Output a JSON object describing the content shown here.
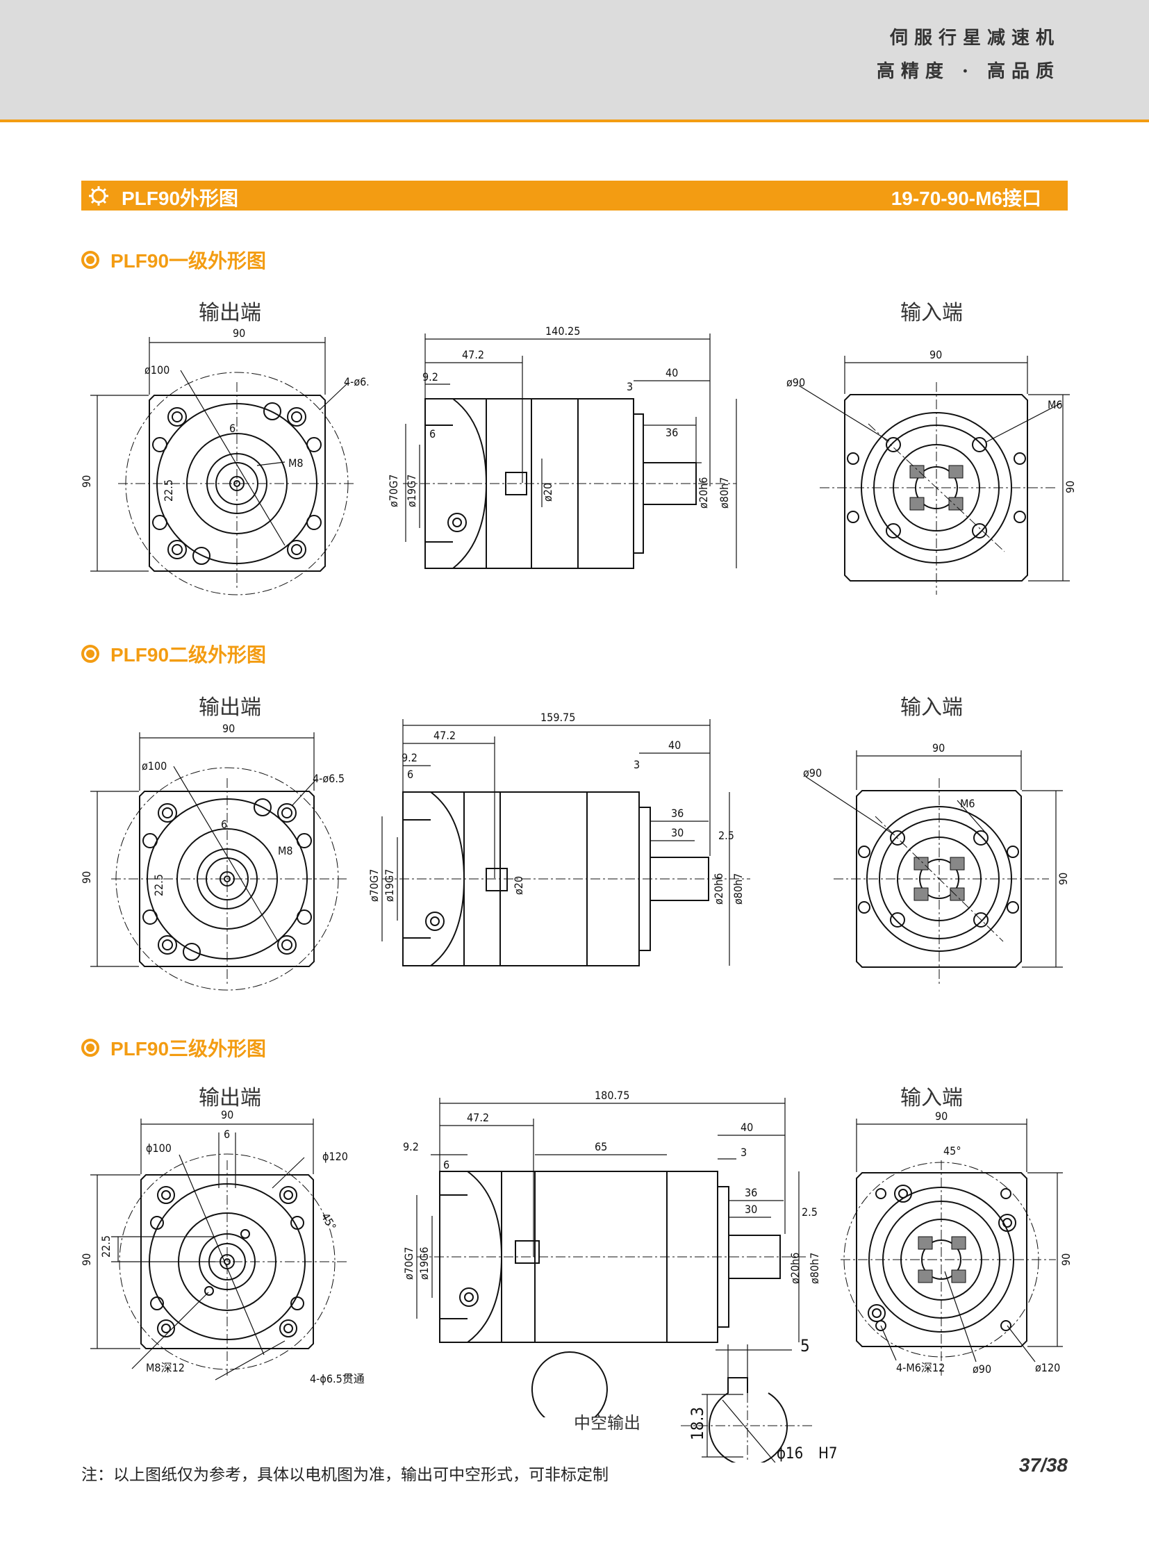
{
  "header": {
    "slogan_line1": "伺服行星减速机",
    "slogan_line2": "高精度 · 高品质"
  },
  "title_bar": {
    "left": "PLF90外形图",
    "right": "19-70-90-M6接口"
  },
  "sections": [
    {
      "title": "PLF90一级外形图",
      "output_label": "输出端",
      "input_label": "输入端",
      "dims": {
        "out_width": "90",
        "out_height": "90",
        "out_pcd": "ø100",
        "out_holes": "4-ø6.5",
        "key": "6",
        "thread": "M8",
        "shaft_h": "22.5",
        "total_len": "140.25",
        "flange_len": "47.2",
        "flange_thk": "9.2",
        "step": "6",
        "in_len": "40",
        "in_step": "3",
        "in_shaft": "36",
        "spigot": "ø70G7",
        "shaft_d": "ø19G7",
        "bore": "ø20",
        "in_bore": "ø20h6",
        "in_spigot": "ø80h7",
        "in_width": "90",
        "in_height": "90",
        "in_pcd": "ø90",
        "in_thread": "M6"
      }
    },
    {
      "title": "PLF90二级外形图",
      "output_label": "输出端",
      "input_label": "输入端",
      "dims": {
        "out_width": "90",
        "out_height": "90",
        "out_pcd": "ø100",
        "out_holes": "4-ø6.5",
        "key": "6",
        "thread": "M8",
        "shaft_h": "22.5",
        "total_len": "159.75",
        "flange_len": "47.2",
        "flange_thk": "9.2",
        "step": "6",
        "in_len": "40",
        "in_step": "3",
        "in_shaft": "36",
        "in_shaft2": "30",
        "in_gap": "2.5",
        "spigot": "ø70G7",
        "shaft_d": "ø19G7",
        "bore": "ø20",
        "in_bore": "ø20h6",
        "in_spigot": "ø80h7",
        "in_width": "90",
        "in_height": "90",
        "in_pcd": "ø90",
        "in_thread": "M6"
      }
    },
    {
      "title": "PLF90三级外形图",
      "output_label": "输出端",
      "input_label": "输入端",
      "dims": {
        "out_width": "90",
        "out_height": "90",
        "out_pcd": "ϕ100",
        "out_pcd2": "ϕ120",
        "angle": "45°",
        "key": "6",
        "thread": "M8深12",
        "out_holes": "4-ϕ6.5贯通",
        "shaft_h": "22.5",
        "total_len": "180.75",
        "flange_len": "47.2",
        "flange_thk": "9.2",
        "step": "6",
        "body_len": "65",
        "in_len": "40",
        "in_step": "3",
        "in_shaft": "36",
        "in_shaft2": "30",
        "in_gap": "2.5",
        "spigot": "ø70G7",
        "shaft_d": "ø19G6",
        "in_bore": "ø20h6",
        "in_spigot": "ø80h7",
        "in_width": "90",
        "in_height": "90",
        "in_angle": "45°",
        "in_holes": "4-M6深12",
        "in_pcd": "ø90",
        "in_pcd2": "ø120",
        "key_w": "5",
        "key_h": "18.3",
        "hollow_d": "ϕ16",
        "hollow_tol": "H7",
        "hollow_label": "中空输出"
      }
    }
  ],
  "footer": {
    "note": "注：以上图纸仅为参考，具体以电机图为准，输出可中空形式，可非标定制",
    "page": "37/38"
  },
  "colors": {
    "accent": "#f39c12",
    "header_bg": "#dcdcdc"
  }
}
